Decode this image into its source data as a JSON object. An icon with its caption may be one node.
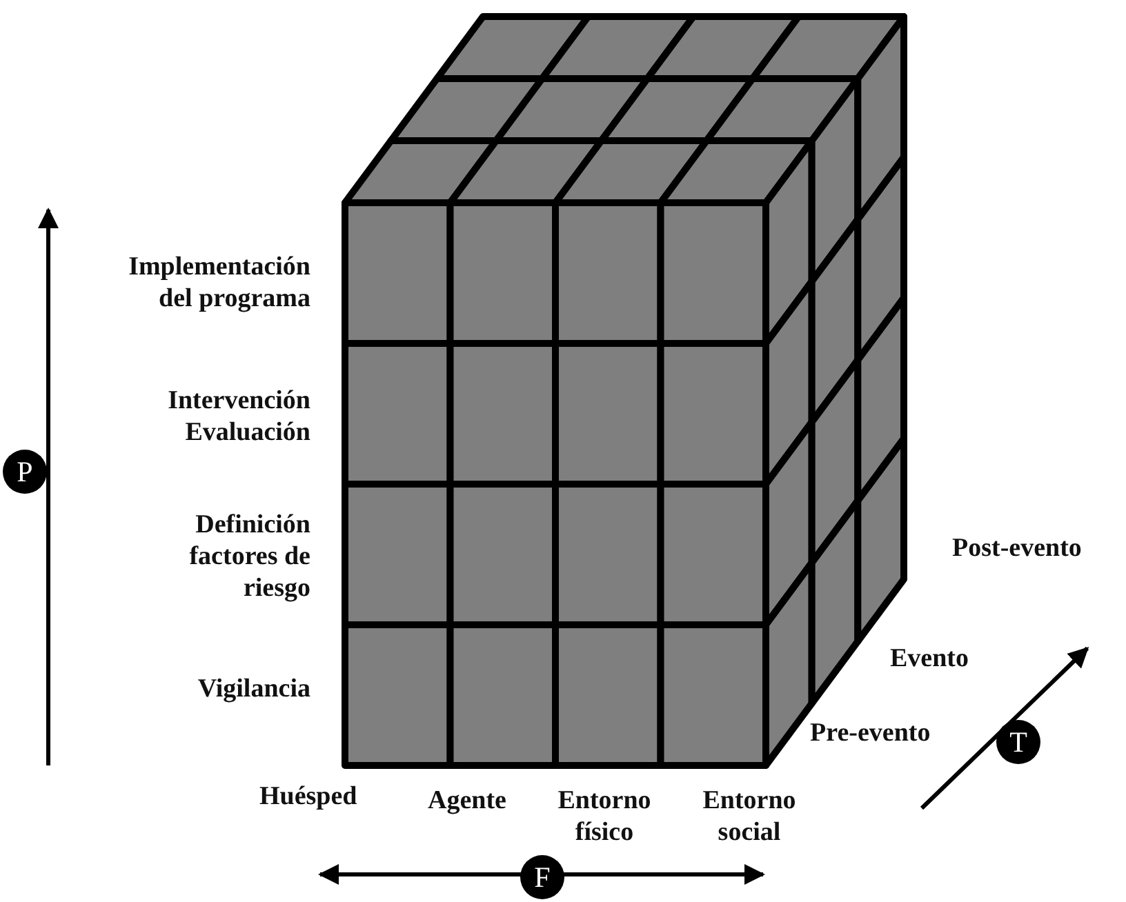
{
  "diagram": {
    "labels": [
      "Implementación del programa",
      "Intervención Evaluación",
      "P",
      "Definición factores de riesgo",
      "Post-evento",
      "Evento",
      "Vigilancia",
      "Pre-evento",
      "T",
      "Huésped",
      "Agente",
      "Entorno físico",
      "Entorno social",
      "F"
    ]
  }
}
